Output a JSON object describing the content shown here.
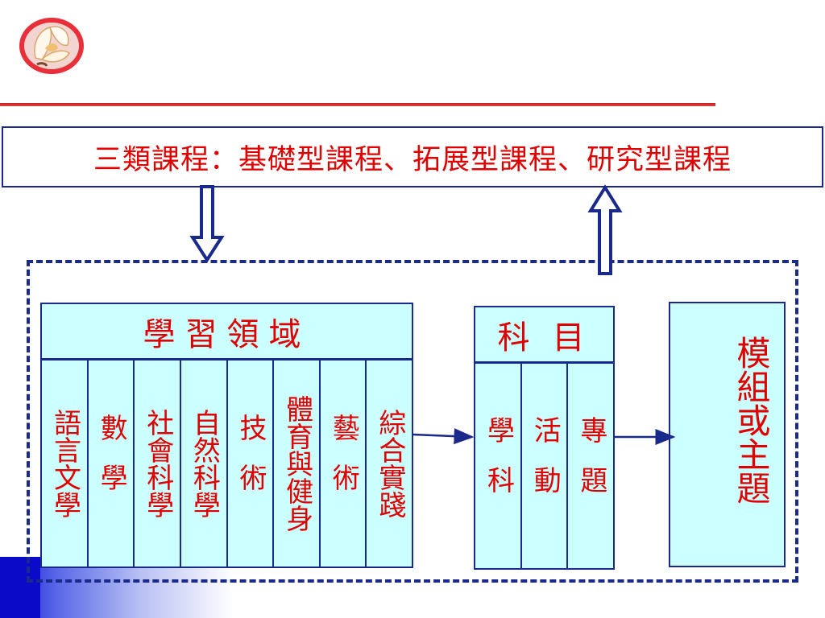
{
  "title": "三類課程：基礎型課程、拓展型課程、研究型課程",
  "learning_areas": {
    "header": "學習領域",
    "items": [
      "語言文學",
      "數學",
      "社會科學",
      "自然科學",
      "技術",
      "體育與健身",
      "藝術",
      "綜合實踐"
    ]
  },
  "subjects": {
    "header": "科目",
    "items": [
      "學科",
      "活動",
      "專題"
    ]
  },
  "modules": "模組或主題",
  "colors": {
    "text": "#e00000",
    "border": "#1a2a8c",
    "box_fill": "#ccffff",
    "rule": "#c81e1e"
  }
}
